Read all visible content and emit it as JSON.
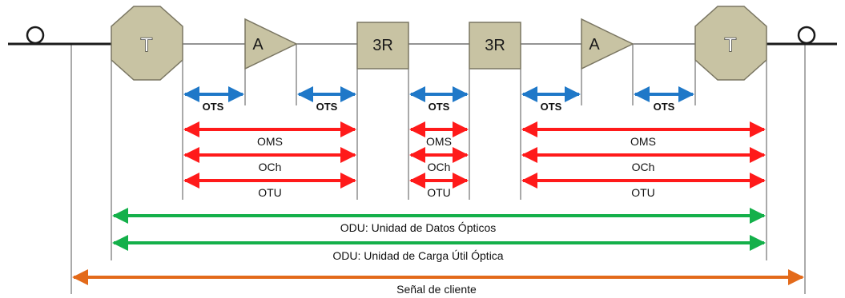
{
  "colors": {
    "fiber": "#1a1a1a",
    "thin_line": "#555555",
    "node_fill": "#c8c3a3",
    "node_stroke": "#7a7662",
    "ots_arrow": "#1f78c8",
    "red_arrow": "#ff1a1a",
    "odu_arrow": "#14b04a",
    "client_arrow": "#e36a1a"
  },
  "nodes": {
    "terminal_left": "T",
    "amp_left": "A",
    "regen_left": "3R",
    "regen_right": "3R",
    "amp_right": "A",
    "terminal_right": "T"
  },
  "layers": {
    "ots": "OTS",
    "oms": "OMS",
    "och": "OCh",
    "otu": "OTU",
    "odu_data": "ODU: Unidad de Datos Ópticos",
    "odu_payload": "ODU: Unidad de Carga Útil Óptica",
    "client": "Señal de cliente"
  }
}
